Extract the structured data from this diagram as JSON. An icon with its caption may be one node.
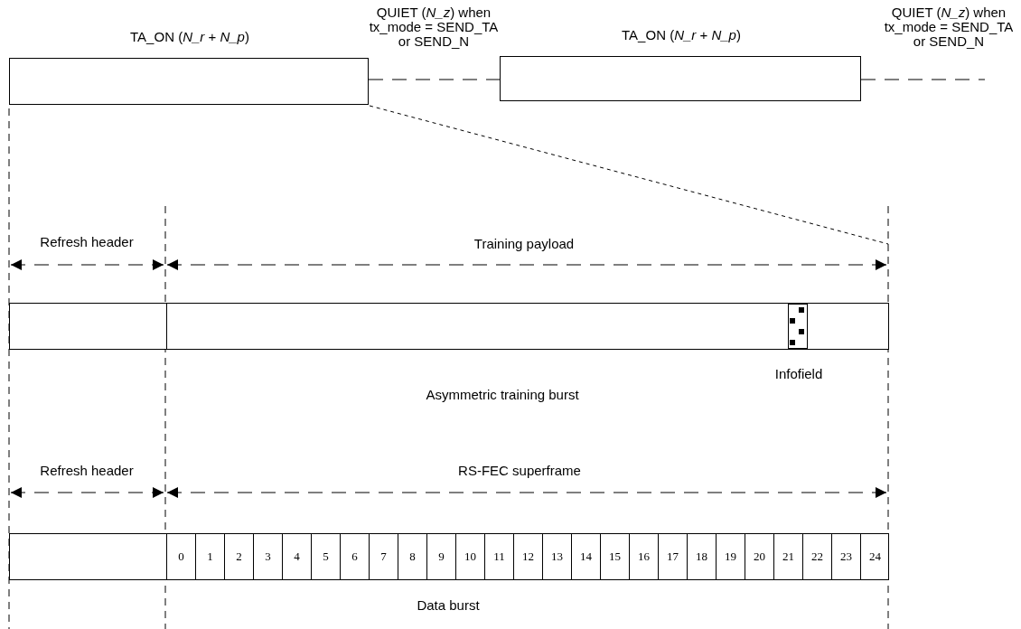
{
  "diagram": {
    "nodes": [
      {
        "text": [
          "TA_ON (*N_r* + *N_p*)"
        ]
      },
      {
        "text": [
          "TA_ON (*N_r* + *N_p*)"
        ]
      },
      {
        "text": [
          "Asymmetric training burst"
        ]
      },
      {
        "text": [
          "Infofield"
        ],
        "in": 2
      },
      {
        "text": [
          "Data burst"
        ]
      },
      {
        "text": [
          "0"
        ],
        "in": 4
      },
      {
        "text": [
          "1"
        ],
        "in": 4
      },
      {
        "text": [
          "2"
        ],
        "in": 4
      },
      {
        "text": [
          "3"
        ],
        "in": 4
      },
      {
        "text": [
          "4"
        ],
        "in": 4
      },
      {
        "text": [
          "5"
        ],
        "in": 4
      },
      {
        "text": [
          "6"
        ],
        "in": 4
      },
      {
        "text": [
          "7"
        ],
        "in": 4
      },
      {
        "text": [
          "8"
        ],
        "in": 4
      },
      {
        "text": [
          "9"
        ],
        "in": 4
      },
      {
        "text": [
          "10"
        ],
        "in": 4
      },
      {
        "text": [
          "11"
        ],
        "in": 4
      },
      {
        "text": [
          "12"
        ],
        "in": 4
      },
      {
        "text": [
          "13"
        ],
        "in": 4
      },
      {
        "text": [
          "14"
        ],
        "in": 4
      },
      {
        "text": [
          "15"
        ],
        "in": 4
      },
      {
        "text": [
          "16"
        ],
        "in": 4
      },
      {
        "text": [
          "17"
        ],
        "in": 4
      },
      {
        "text": [
          "18"
        ],
        "in": 4
      },
      {
        "text": [
          "19"
        ],
        "in": 4
      },
      {
        "text": [
          "20"
        ],
        "in": 4
      },
      {
        "text": [
          "21"
        ],
        "in": 4
      },
      {
        "text": [
          "22"
        ],
        "in": 4
      },
      {
        "text": [
          "23"
        ],
        "in": 4
      },
      {
        "text": [
          "24"
        ],
        "in": 4
      }
    ],
    "edges": [
      {
        "from": 0,
        "to": 1,
        "arrow": "none",
        "style": "dashed",
        "label": "QUIET (*N_z*) when tx_mode = SEND_TA or SEND_N"
      },
      {
        "from": 1,
        "to": null,
        "arrow": "none",
        "style": "dashed",
        "label": "QUIET (*N_z*) when tx_mode = SEND_TA or SEND_N"
      }
    ],
    "labels": [
      "Refresh header",
      "Training payload",
      "Refresh header",
      "RS-FEC superframe"
    ]
  }
}
